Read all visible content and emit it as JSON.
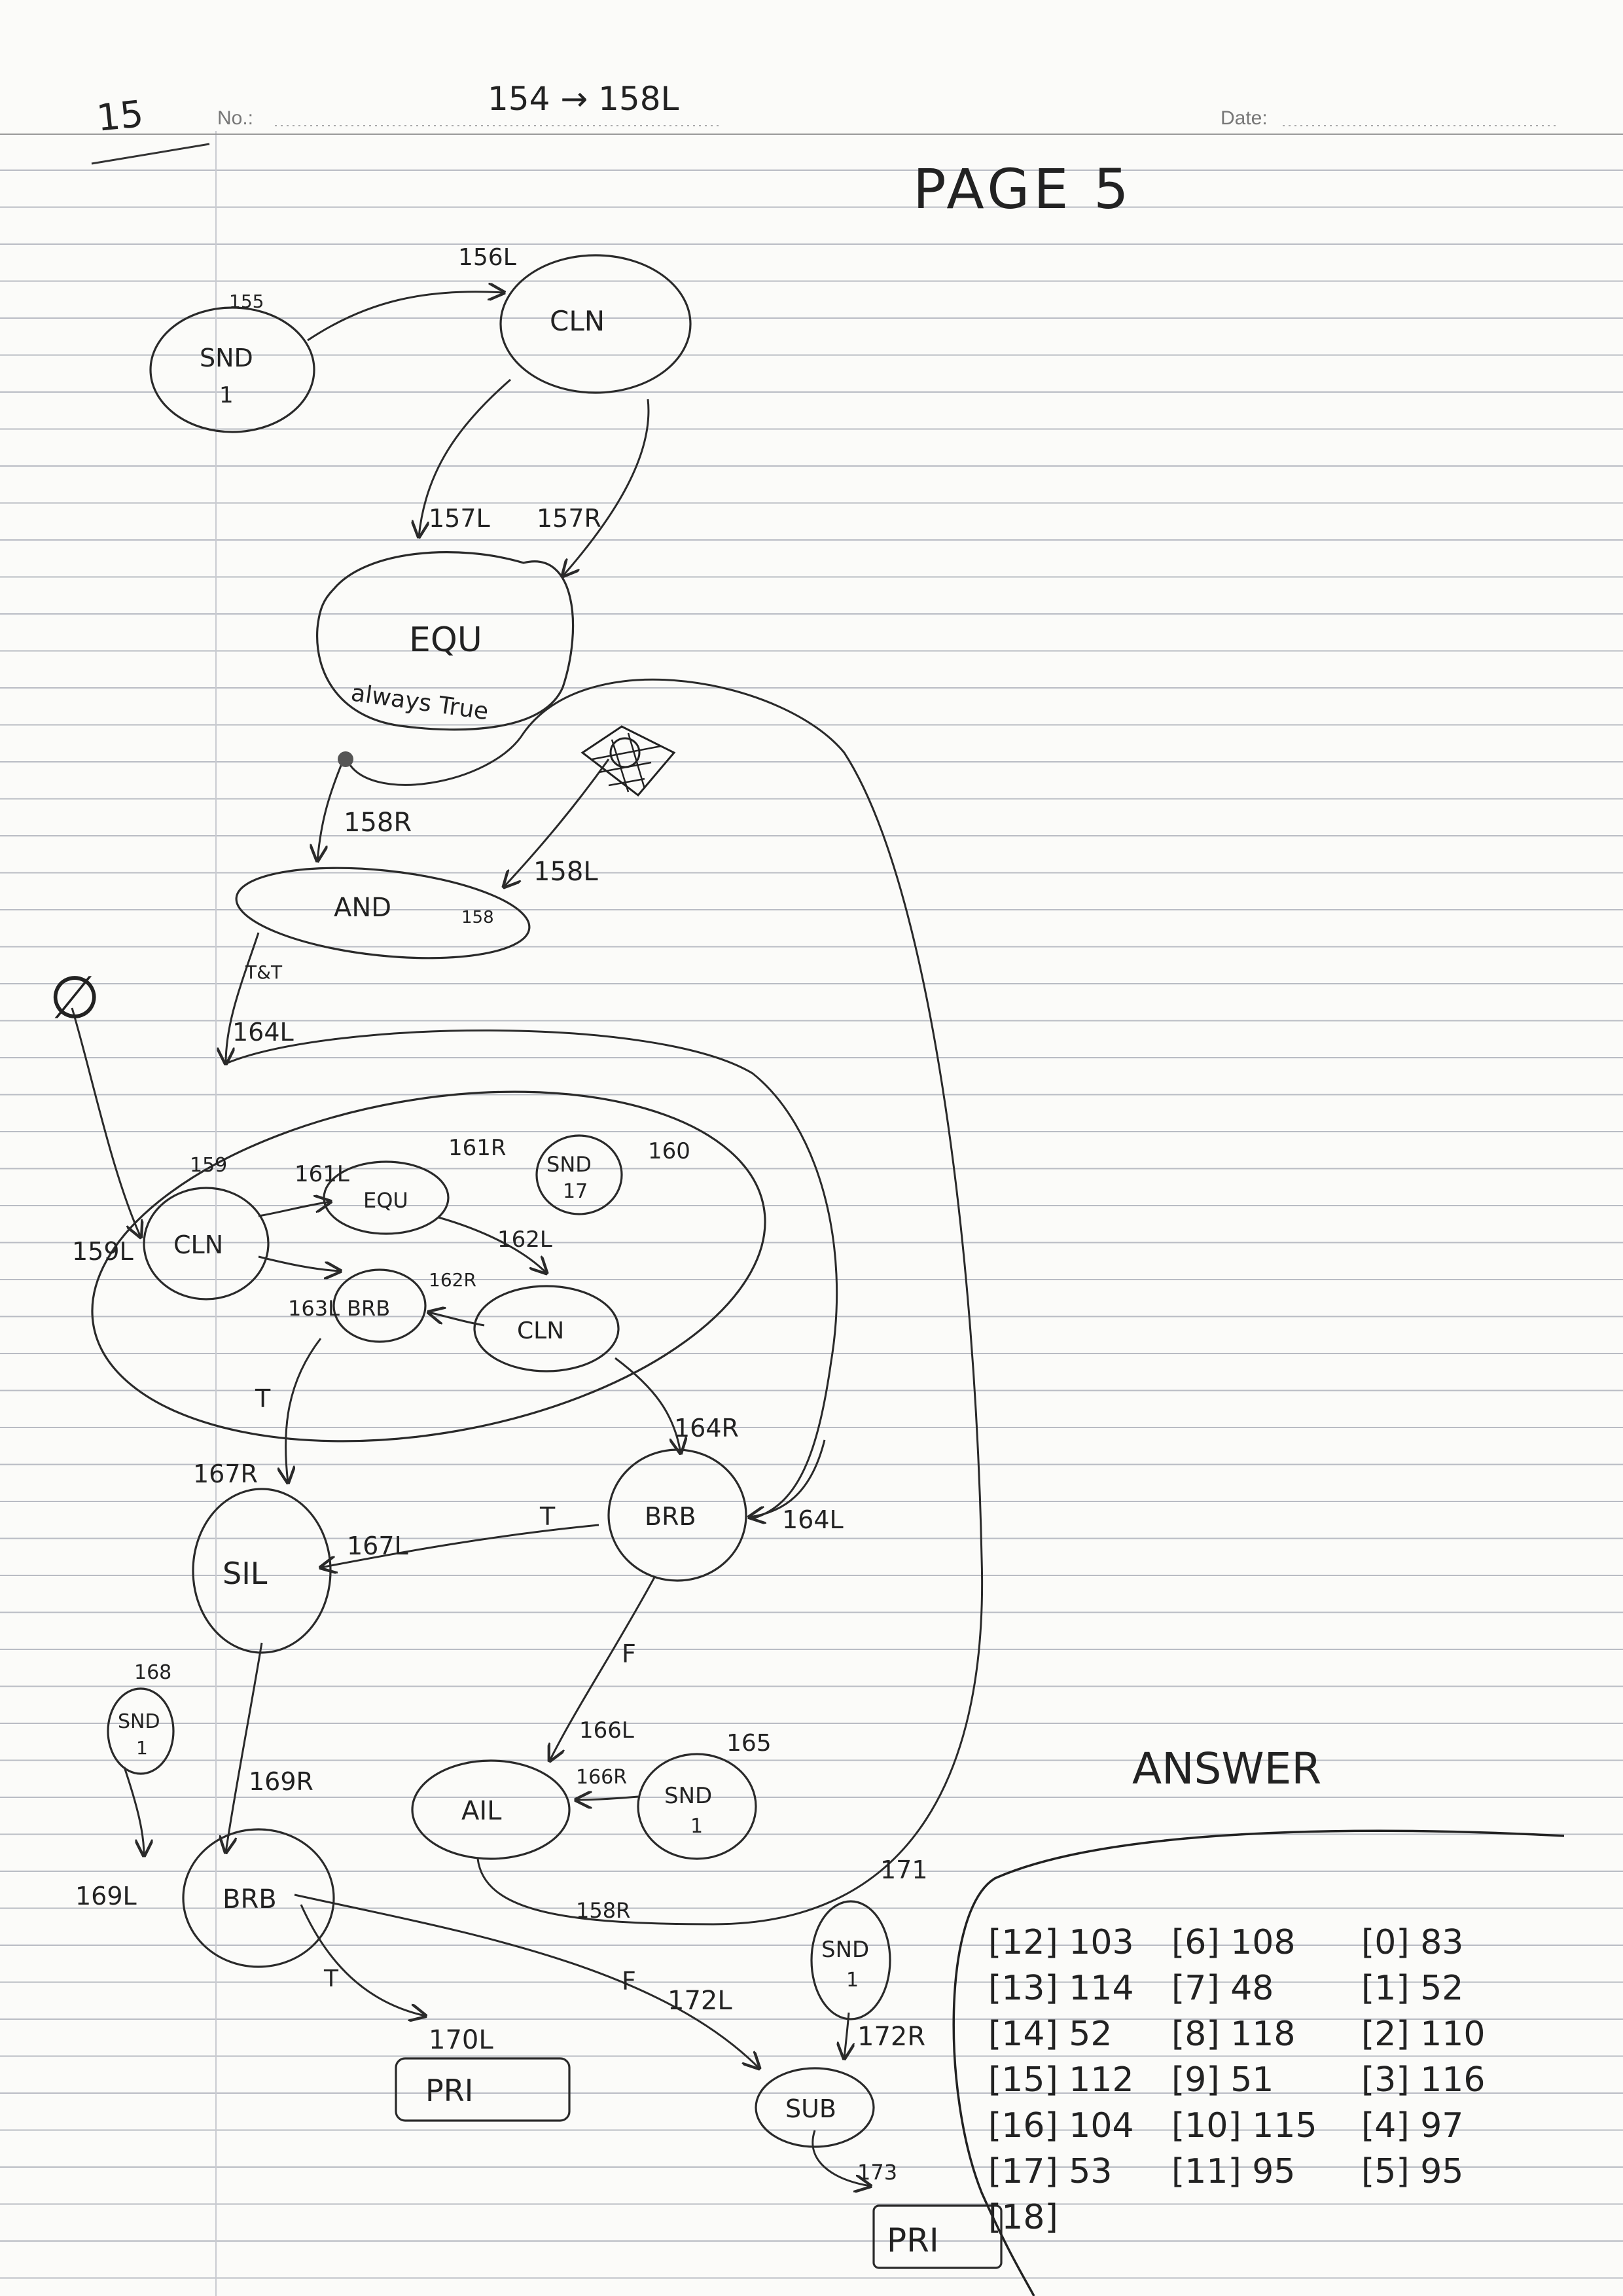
{
  "header": {
    "corner_number": "15",
    "no_label": "No.:",
    "no_value": "154 → 158L",
    "date_label": "Date:",
    "page_title": "PAGE 5"
  },
  "nodes": [
    {
      "id": "snd155",
      "label": "SND",
      "sub": "1",
      "num": "155"
    },
    {
      "id": "cln156",
      "label": "CLN"
    },
    {
      "id": "equ157",
      "label": "EQU",
      "note": "always True"
    },
    {
      "id": "and158",
      "label": "AND",
      "num": "158"
    },
    {
      "id": "cln159",
      "label": "CLN",
      "num": "159"
    },
    {
      "id": "equ161",
      "label": "EQU"
    },
    {
      "id": "snd160",
      "label": "SND",
      "sub": "17",
      "num": "160"
    },
    {
      "id": "brb163",
      "label": "BRB"
    },
    {
      "id": "cln162",
      "label": "CLN"
    },
    {
      "id": "brb164",
      "label": "BRB"
    },
    {
      "id": "sil167",
      "label": "SIL"
    },
    {
      "id": "snd168",
      "label": "SND",
      "sub": "1",
      "num": "168"
    },
    {
      "id": "ail166",
      "label": "AIL"
    },
    {
      "id": "snd165",
      "label": "SND",
      "sub": "1",
      "num": "165"
    },
    {
      "id": "brb169",
      "label": "BRB"
    },
    {
      "id": "pri170",
      "label": "PRI"
    },
    {
      "id": "snd171",
      "label": "SND",
      "sub": "1",
      "num": "171"
    },
    {
      "id": "sub172",
      "label": "SUB"
    },
    {
      "id": "pri173",
      "label": "PRI"
    }
  ],
  "edge_labels": [
    "156L",
    "157L",
    "157R",
    "158R",
    "158L",
    "T&T",
    "164L",
    "159L",
    "161L",
    "161R",
    "162L",
    "162R",
    "163L",
    "T",
    "167R",
    "164R",
    "T",
    "167L",
    "164L",
    "F",
    "166L",
    "166R",
    "169R",
    "169L",
    "158R",
    "T",
    "170L",
    "F",
    "172L",
    "172R",
    "173"
  ],
  "markers": {
    "empty_set": "∅"
  },
  "answer": {
    "title": "ANSWER",
    "columns": [
      [
        "[12] 103",
        "[13] 114",
        "[14] 52",
        "[15] 112",
        "[16] 104",
        "[17] 53",
        "[18]"
      ],
      [
        "[6] 108",
        "[7] 48",
        "[8] 118",
        "[9] 51",
        "[10] 115",
        "[11] 95"
      ],
      [
        "[0] 83",
        "[1] 52",
        "[2] 110",
        "[3] 116",
        "[4] 97",
        "[5] 95"
      ]
    ]
  }
}
